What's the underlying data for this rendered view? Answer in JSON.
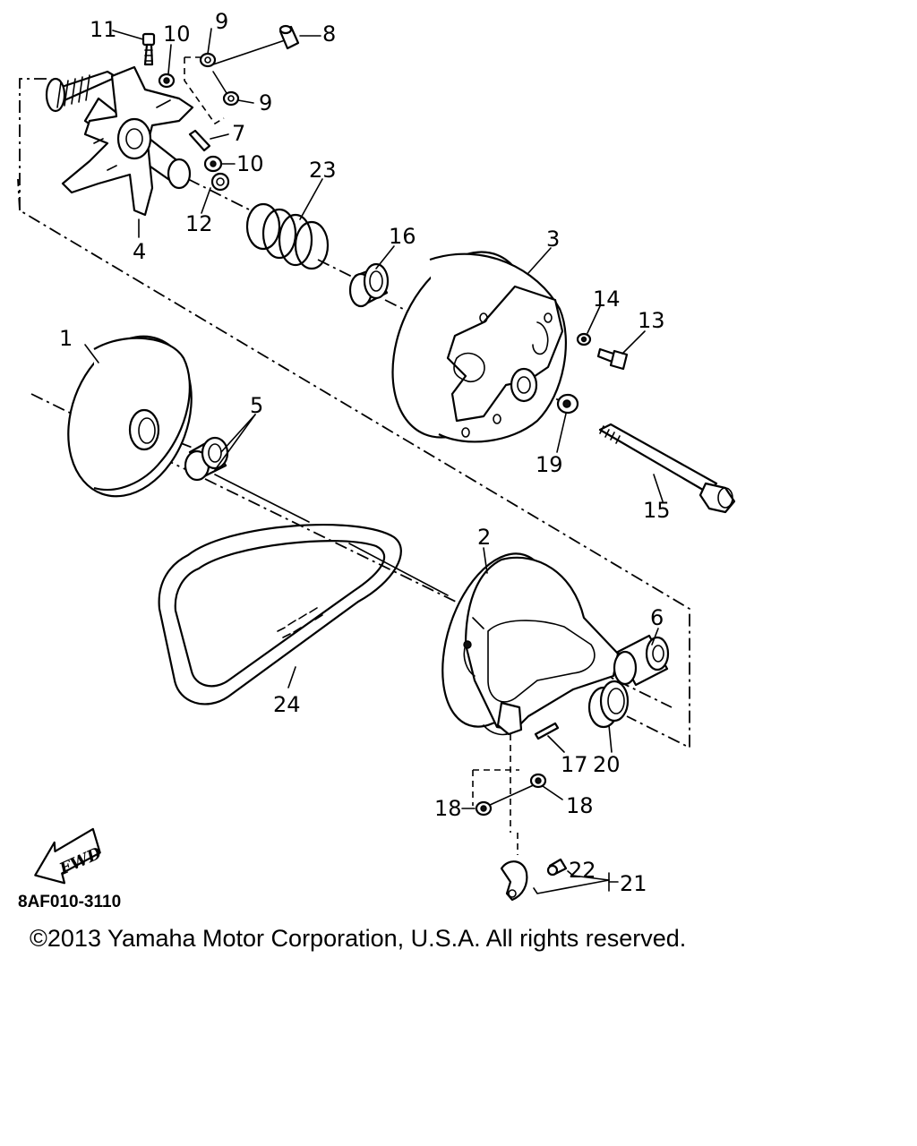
{
  "diagram": {
    "part_numbers": {
      "p1": "1",
      "p2": "2",
      "p3": "3",
      "p4": "4",
      "p5": "5",
      "p6": "6",
      "p7": "7",
      "p8": "8",
      "p9a": "9",
      "p9b": "9",
      "p10a": "10",
      "p10b": "10",
      "p11": "11",
      "p12": "12",
      "p13": "13",
      "p14": "14",
      "p15": "15",
      "p16": "16",
      "p17": "17",
      "p18a": "18",
      "p18b": "18",
      "p19": "19",
      "p20": "20",
      "p21": "21",
      "p22": "22",
      "p23": "23",
      "p24": "24"
    },
    "fwd_label": "FWD",
    "diagram_code": "8AF010-3110",
    "copyright": "©2013 Yamaha Motor Corporation, U.S.A. All rights reserved."
  }
}
